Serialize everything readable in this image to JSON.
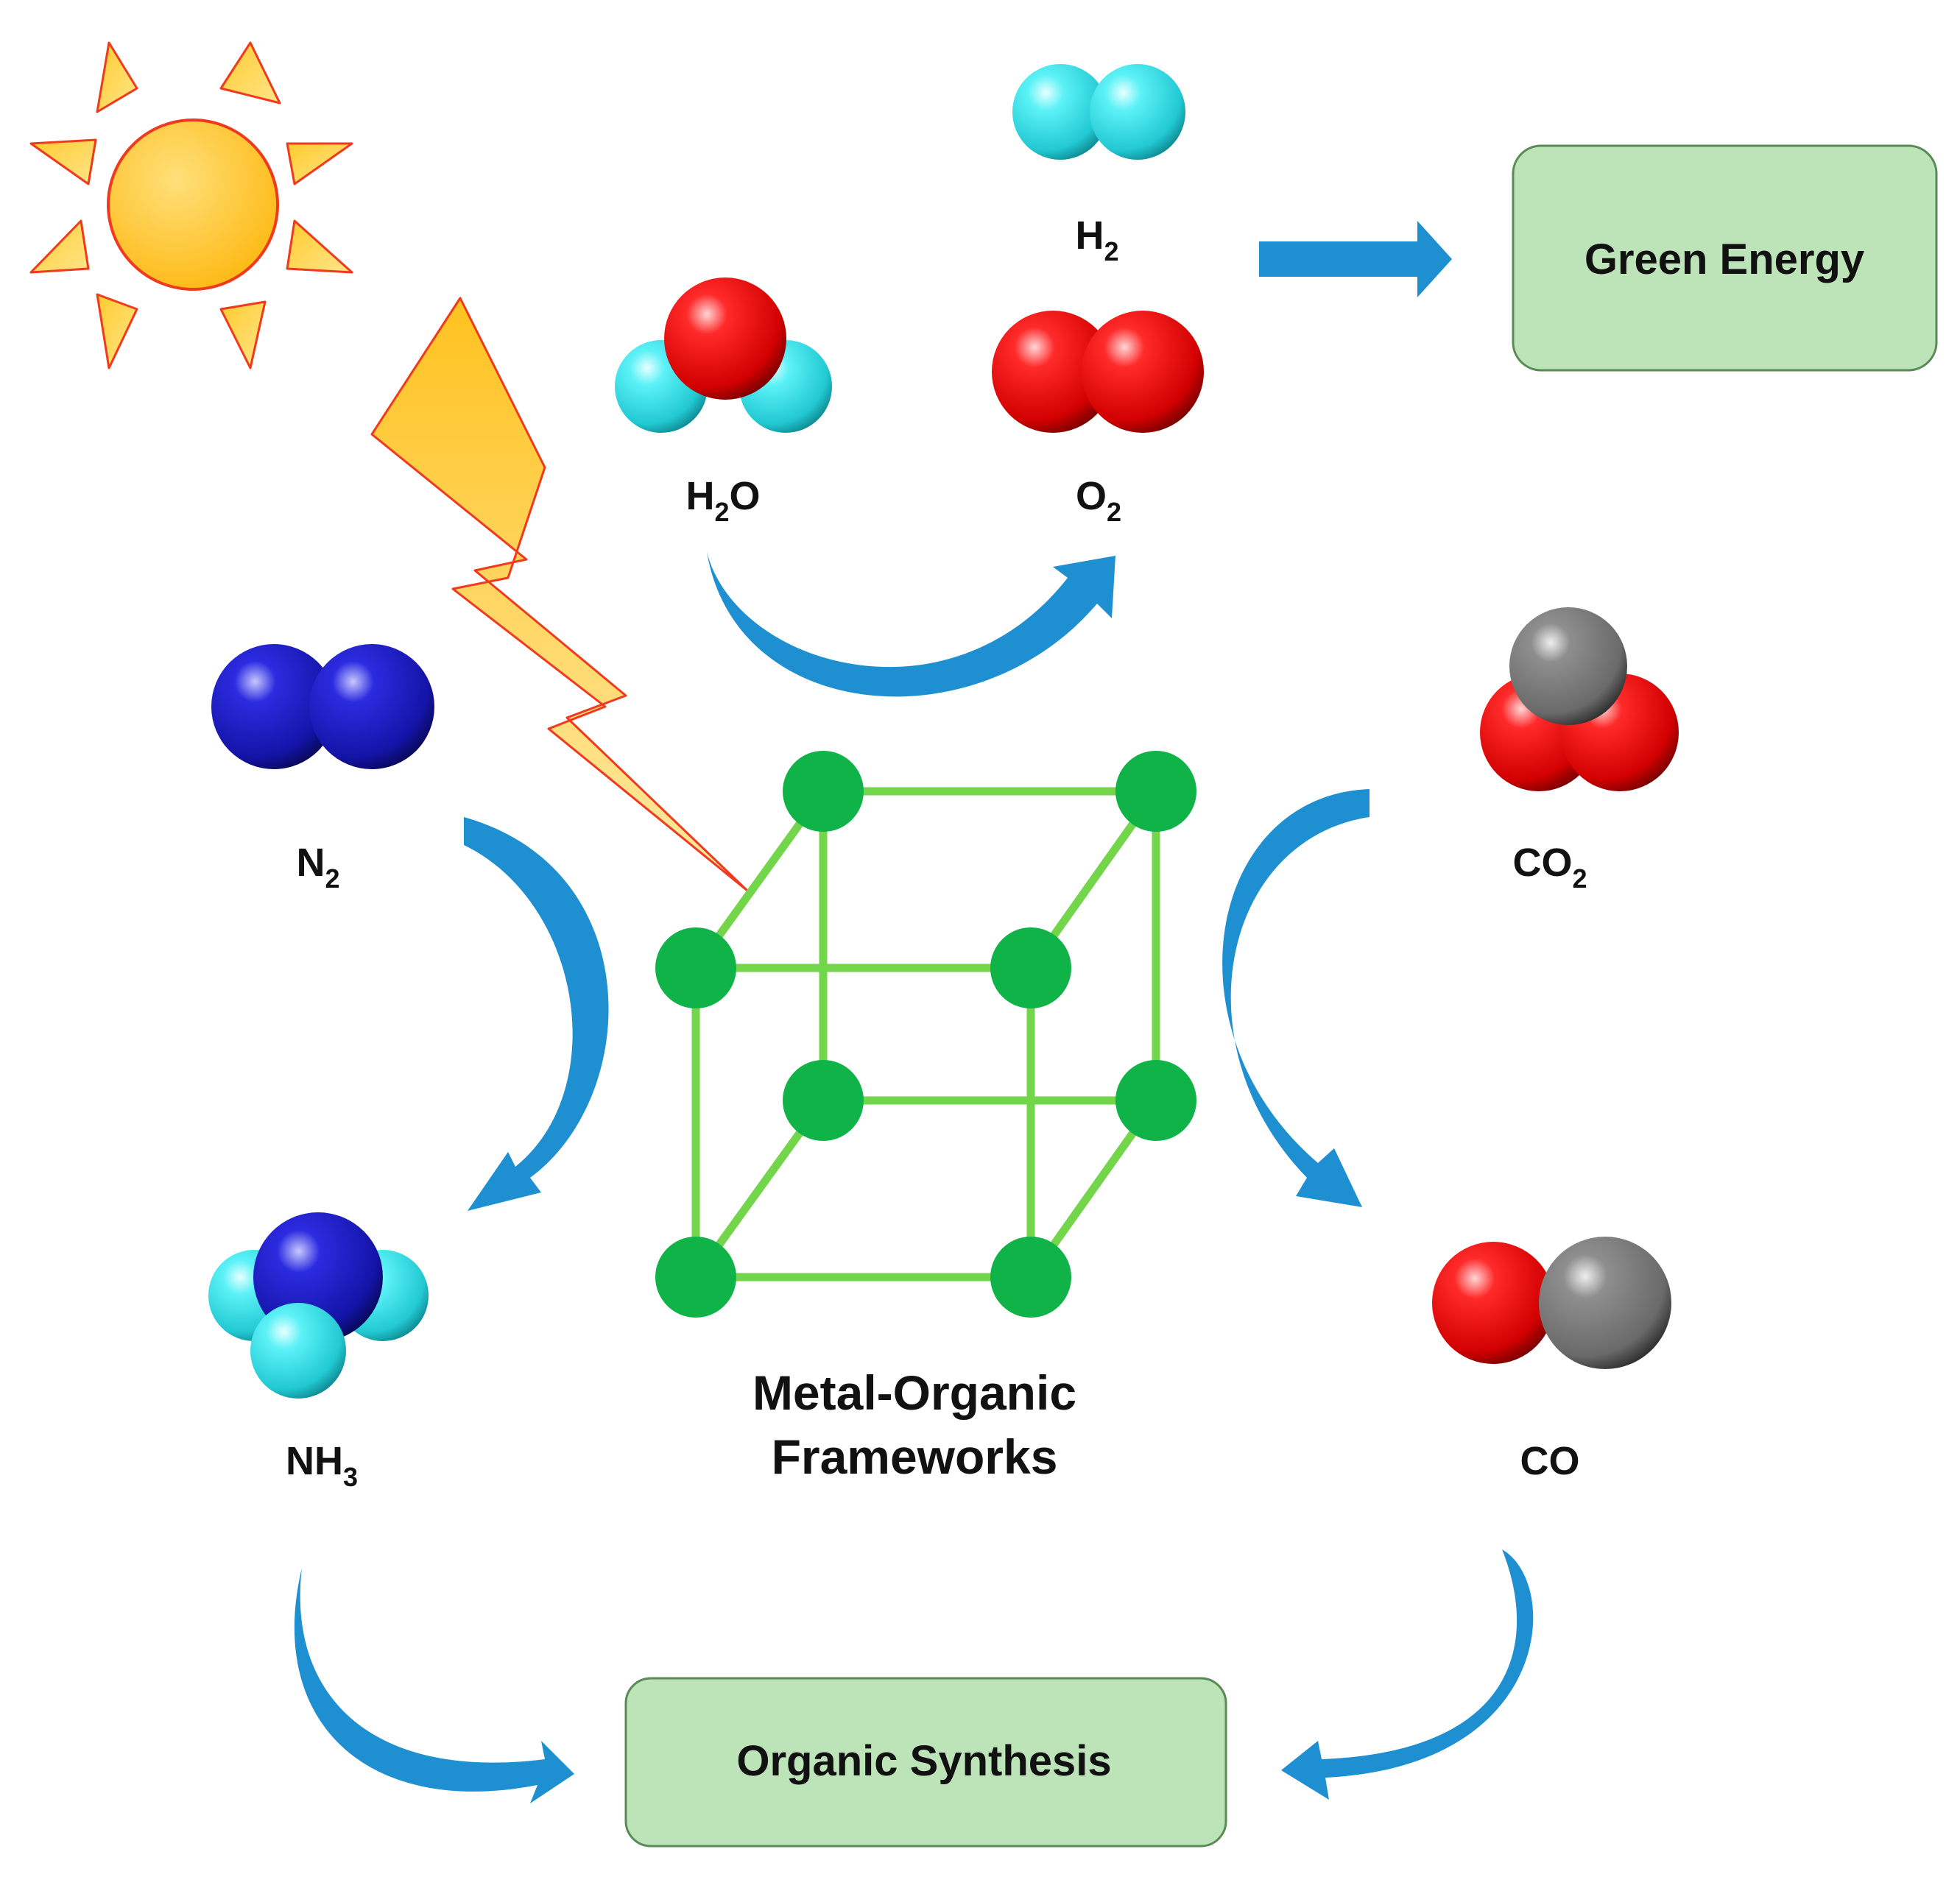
{
  "colors": {
    "hydrogen": "#38E6EE",
    "oxygen": "#E60000",
    "nitrogen": "#1A1AC8",
    "carbon": "#7A7A7A",
    "framework_node": "#10B347",
    "framework_link": "#73D64A",
    "arrow": "#1E8FD0",
    "box_fill": "#BDE3B8",
    "box_stroke": "#5A8A56",
    "sun": "#FFC21F",
    "sun_stroke": "#F03A1E",
    "bolt": "#FFC21F"
  },
  "icons": [
    "sun-icon",
    "lightning-bolt-icon"
  ],
  "molecules": {
    "h2": {
      "base": "H",
      "sub": "2",
      "tail": ""
    },
    "h2o": {
      "base": "H",
      "sub": "2",
      "tail": "O"
    },
    "o2": {
      "base": "O",
      "sub": "2",
      "tail": ""
    },
    "n2": {
      "base": "N",
      "sub": "2",
      "tail": ""
    },
    "nh3": {
      "base": "NH",
      "sub": "3",
      "tail": ""
    },
    "co2": {
      "base": "CO",
      "sub": "2",
      "tail": ""
    },
    "co": {
      "base": "CO",
      "sub": "",
      "tail": ""
    }
  },
  "boxes": {
    "green_energy": "Green Energy",
    "organic_synthesis": "Organic Synthesis"
  },
  "center": {
    "line1": "Metal-Organic",
    "line2": "Frameworks"
  }
}
